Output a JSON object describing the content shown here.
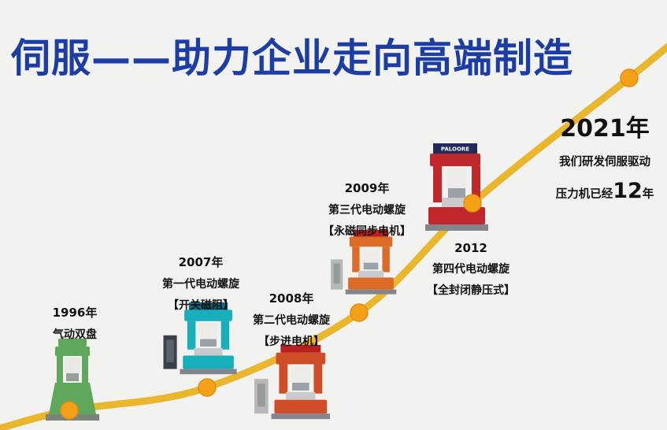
{
  "page": {
    "title": "伺服——助力企业走向高端制造",
    "colors": {
      "background": "#f2f2f0",
      "title": "#1b3da5",
      "curve": "#eab62c",
      "dot": "#f5a019",
      "dot_edge": "#e28d10",
      "text": "#111111"
    }
  },
  "milestones": [
    {
      "year": "1996年",
      "name": "气动双盘",
      "machine_color": "#5fa75a"
    },
    {
      "year": "2007年",
      "name": "第一代电动螺旋",
      "spec": "【开关磁阻】",
      "machine_color": "#18aebc"
    },
    {
      "year": "2008年",
      "name": "第二代电动螺旋",
      "spec": "【步进电机】",
      "machine_color": "#cf4e28"
    },
    {
      "year": "2009年",
      "name": "第三代电动螺旋",
      "spec": "【永磁同步电机】",
      "machine_color": "#dd6b28"
    },
    {
      "year": "2012",
      "name": "第四代电动螺旋",
      "spec": "【全封闭静压式】",
      "machine_color": "#c1282d",
      "machine_label": "PALOORE"
    }
  ],
  "endpoint": {
    "year": "2021年",
    "line1": "我们研发伺服驱动",
    "line2_prefix": "压力机已经",
    "line2_number": "12",
    "line2_suffix": "年"
  }
}
